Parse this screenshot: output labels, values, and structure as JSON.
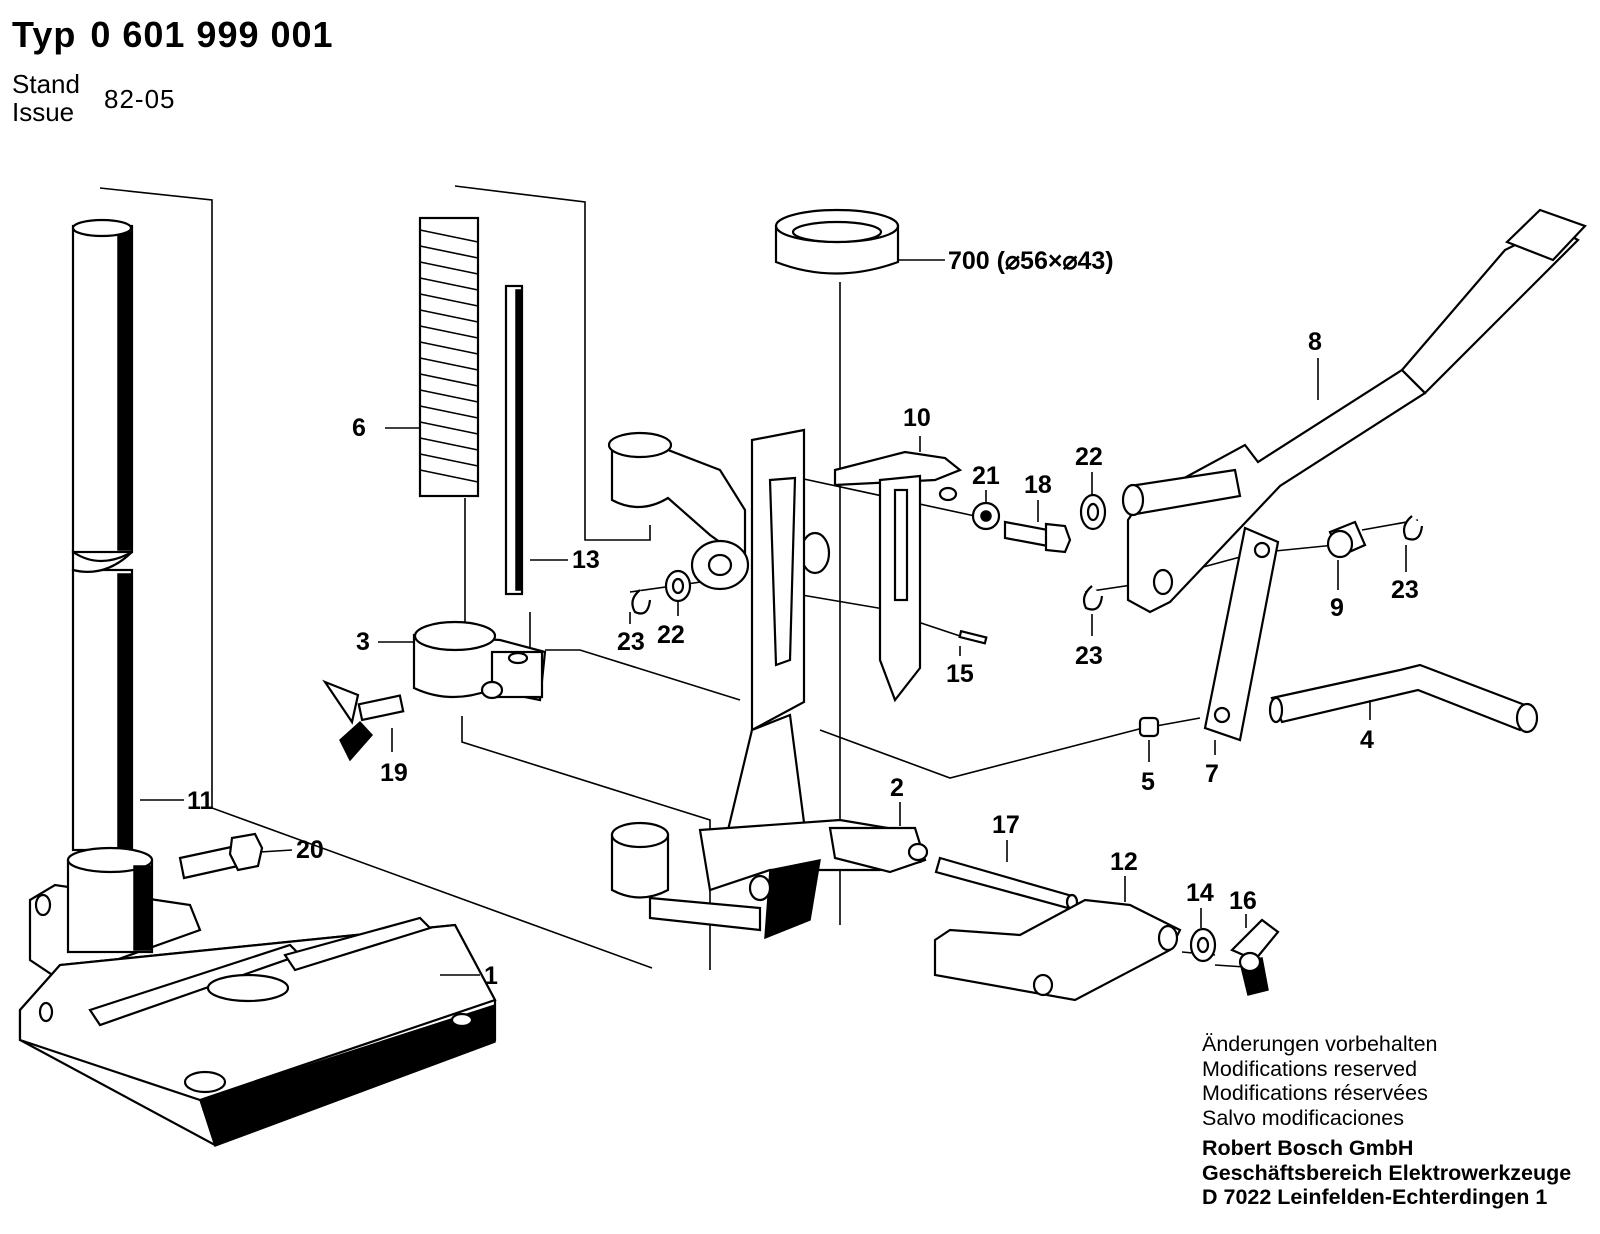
{
  "header": {
    "typ_label": "Typ",
    "typ_number": "0 601 999 001",
    "stand_label": "Stand",
    "issue_label": "Issue",
    "issue_value": "82-05"
  },
  "callouts": {
    "c1": "1",
    "c2": "2",
    "c3": "3",
    "c4": "4",
    "c5": "5",
    "c6": "6",
    "c7": "7",
    "c8": "8",
    "c9": "9",
    "c10": "10",
    "c11": "11",
    "c12": "12",
    "c13": "13",
    "c14": "14",
    "c15": "15",
    "c16": "16",
    "c17": "17",
    "c18": "18",
    "c19": "19",
    "c20": "20",
    "c21": "21",
    "c22a": "22",
    "c22b": "22",
    "c23a": "23",
    "c23b": "23",
    "c23c": "23",
    "c700": "700 (⌀56×⌀43)"
  },
  "footer": {
    "line1": "Änderungen vorbehalten",
    "line2": "Modifications reserved",
    "line3": "Modifications réservées",
    "line4": "Salvo modificaciones",
    "company": "Robert Bosch GmbH",
    "division": "Geschäftsbereich Elektrowerkzeuge",
    "address": "D 7022 Leinfelden-Echterdingen 1"
  },
  "icons": [
    "exploded-parts-drawing"
  ]
}
